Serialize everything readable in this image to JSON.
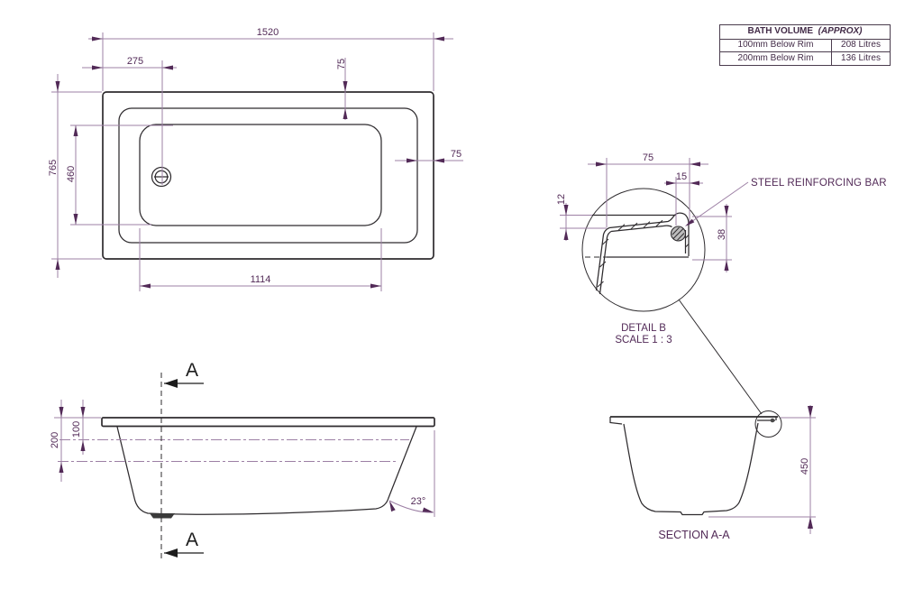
{
  "colors": {
    "drawing_line": "#2e2b2e",
    "dimension_line": "#9d80a5",
    "dimension_text": "#522a57",
    "section_marker": "#1c1c1c",
    "steel_bar_fill": "#bcbcbc"
  },
  "volume_table": {
    "header": "BATH VOLUME",
    "header_note": "(APPROX)",
    "rows": [
      {
        "label": "100mm Below Rim",
        "value": "208 Litres"
      },
      {
        "label": "200mm Below Rim",
        "value": "136 Litres"
      }
    ]
  },
  "plan_view": {
    "dim_overall_length": "1520",
    "dim_drain_offset": "275",
    "dim_rim_width_top": "75",
    "dim_overall_width": "765",
    "dim_basin_width": "460",
    "dim_rim_width_right": "75",
    "dim_basin_length": "1114"
  },
  "elevation_view": {
    "section_letter": "A",
    "dim_level_200": "200",
    "dim_level_100": "100",
    "dim_wall_angle": "23°"
  },
  "detail_b": {
    "title": "DETAIL B",
    "scale": "SCALE 1 : 3",
    "leader_label": "STEEL REINFORCING BAR",
    "dim_rim_overhang": "75",
    "dim_bar_inset": "15",
    "dim_rim_drop": "12",
    "dim_edge_height": "38"
  },
  "section_view": {
    "caption": "SECTION A-A",
    "dim_depth": "450"
  }
}
